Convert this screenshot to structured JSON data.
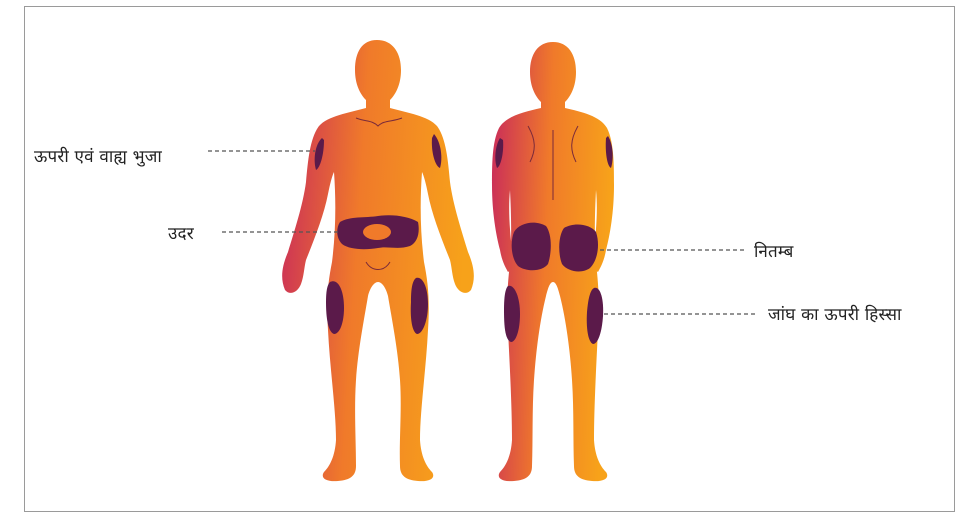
{
  "labels": {
    "upper_arm": "ऊपरी एवं वाह्य भुजा",
    "abdomen": "उदर",
    "buttocks": "नितम्ब",
    "thigh": "जांघ का ऊपरी हिस्सा"
  },
  "colors": {
    "body_light": "#f7a21a",
    "body_mid": "#f07a2a",
    "body_dark": "#c8295c",
    "site": "#5b1a4a",
    "site_inner": "#f07a2a",
    "leader": "#555555",
    "frame": "#9a9a9a"
  }
}
